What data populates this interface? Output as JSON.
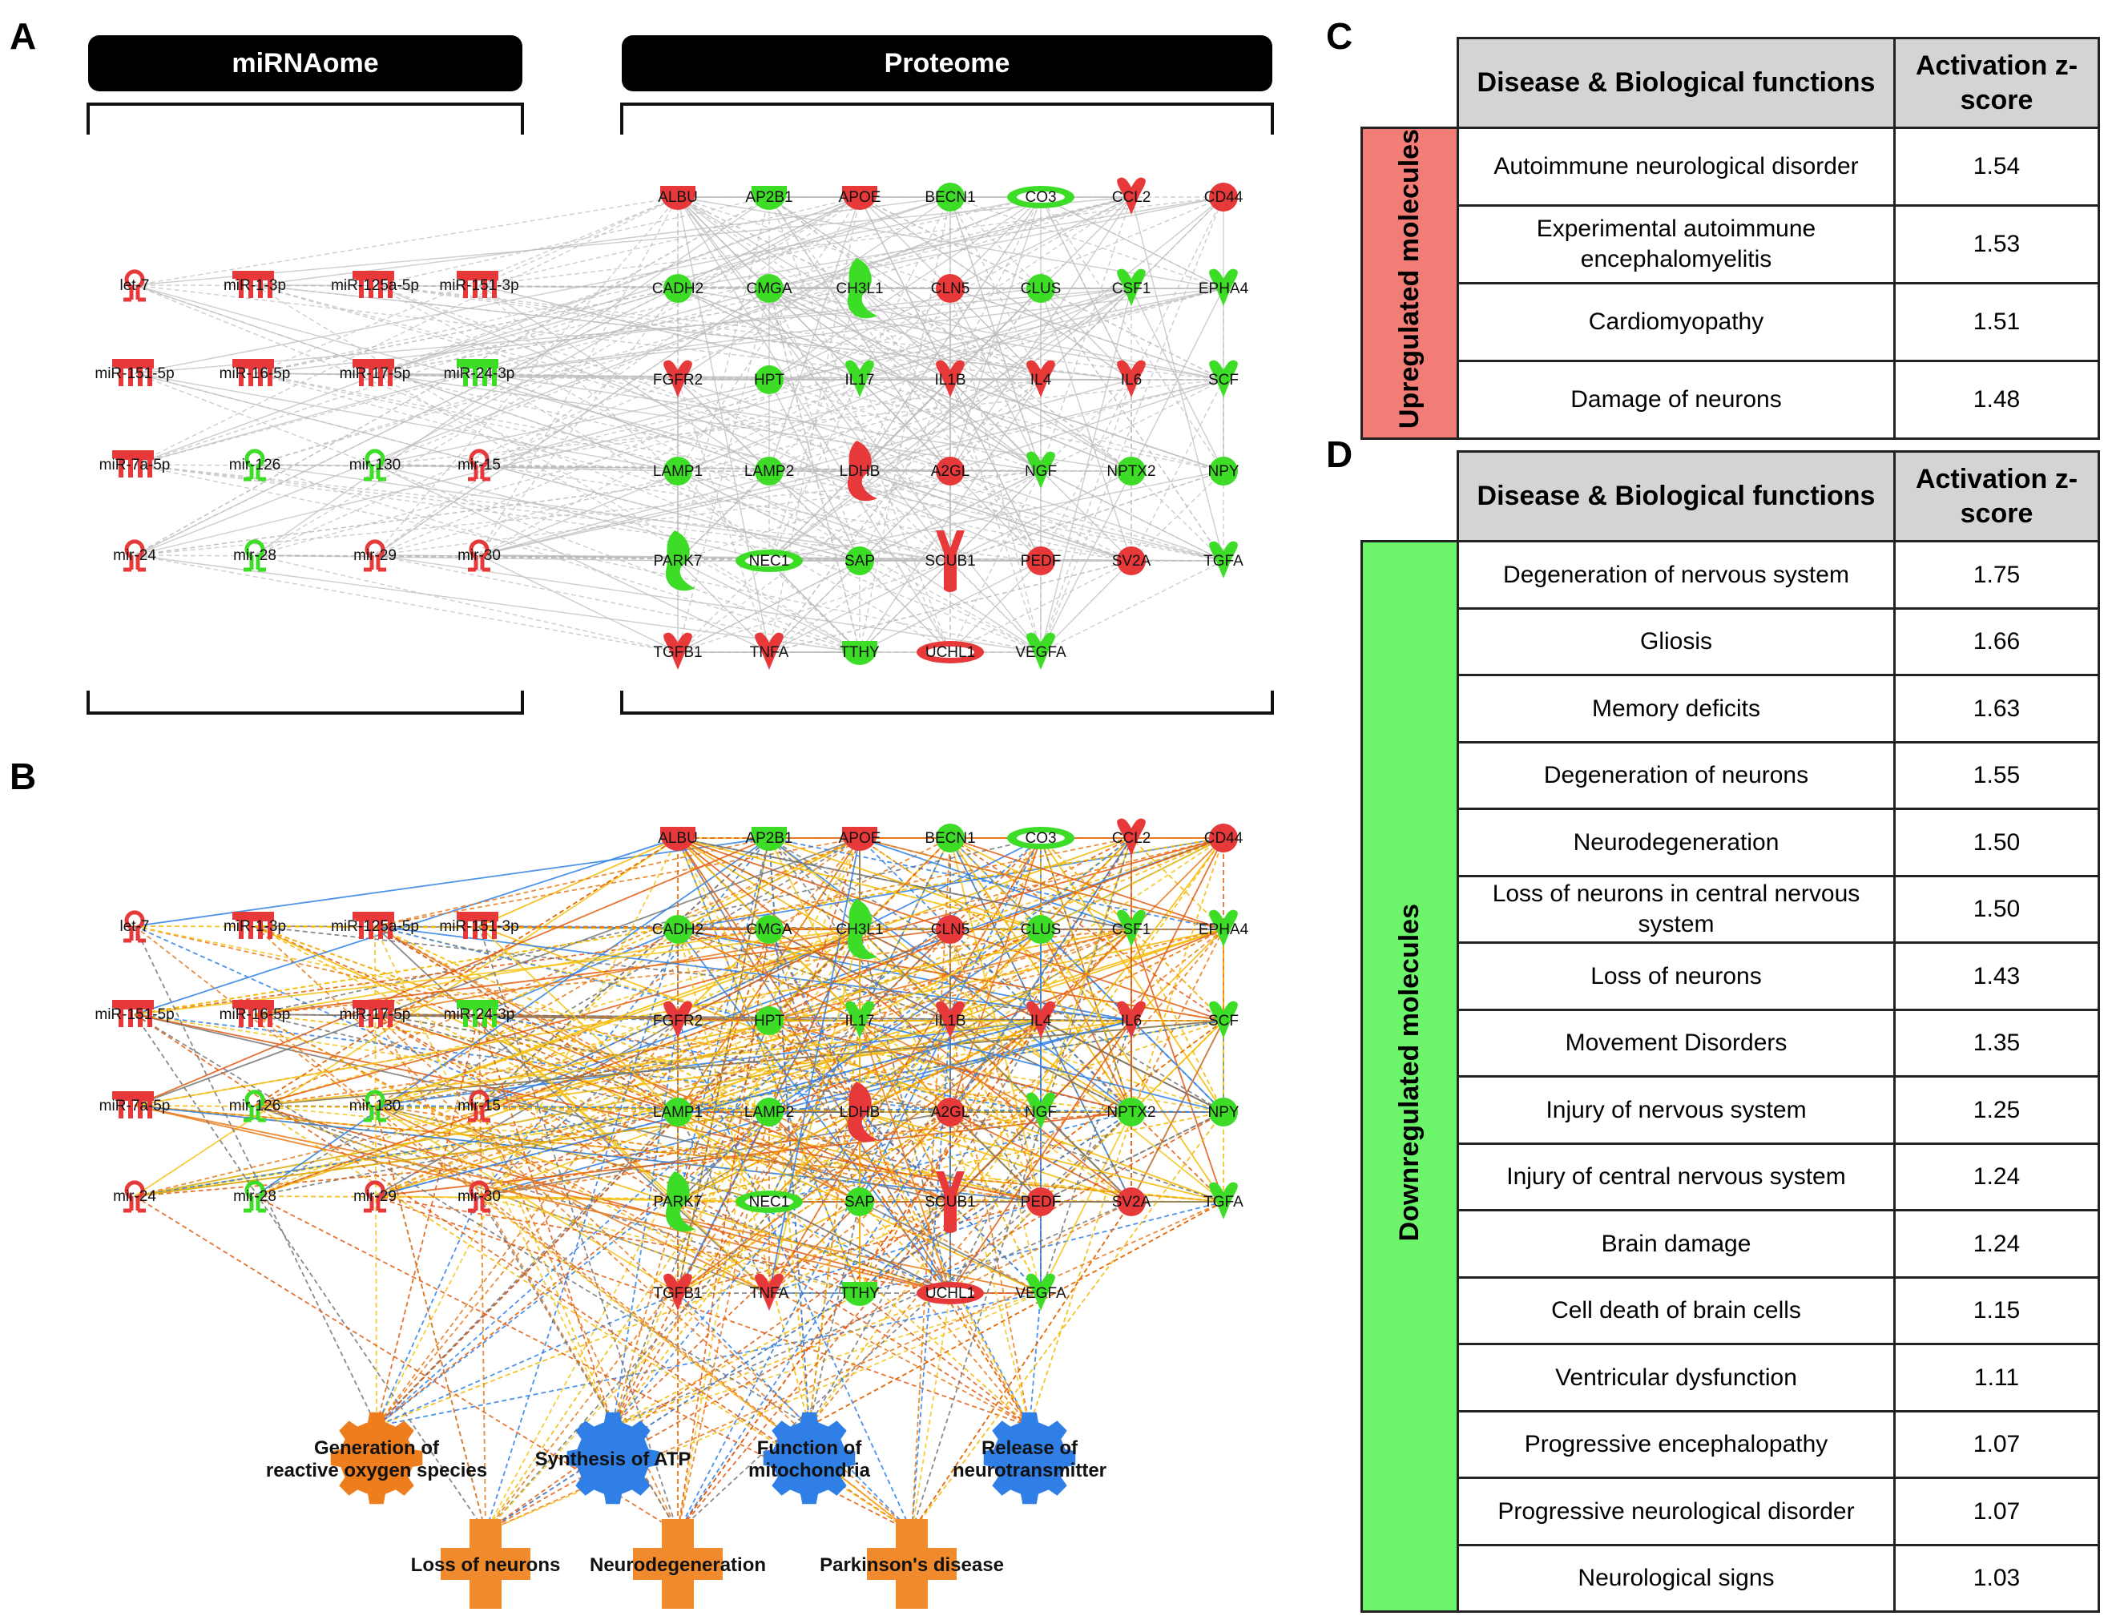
{
  "panels": {
    "a": "A",
    "b": "B",
    "c": "C",
    "d": "D"
  },
  "headers": {
    "mirnaome": "miRNAome",
    "proteome": "Proteome"
  },
  "colors": {
    "up": "#e8393a",
    "down": "#3ddc26",
    "process_orange": "#ee7d1e",
    "process_blue": "#2f7fe6",
    "up_table": "#f27c76",
    "down_table": "#6cf56a"
  },
  "mirnas": [
    {
      "id": "let-7",
      "label": "let-7",
      "reg": "up",
      "shape": "hairpin"
    },
    {
      "id": "miR-1-3p",
      "label": "miR-1-3p",
      "reg": "up",
      "shape": "family"
    },
    {
      "id": "miR-125a-5p",
      "label": "miR-125a-5p",
      "reg": "up",
      "shape": "family"
    },
    {
      "id": "miR-151-3p",
      "label": "miR-151-3p",
      "reg": "up",
      "shape": "family"
    },
    {
      "id": "miR-151-5p",
      "label": "miR-151-5p",
      "reg": "up",
      "shape": "family"
    },
    {
      "id": "miR-16-5p",
      "label": "miR-16-5p",
      "reg": "up",
      "shape": "family"
    },
    {
      "id": "miR-17-5p",
      "label": "miR-17-5p",
      "reg": "up",
      "shape": "family"
    },
    {
      "id": "miR-24-3p",
      "label": "miR-24-3p",
      "reg": "down",
      "shape": "family"
    },
    {
      "id": "miR-7a-5p",
      "label": "miR-7a-5p",
      "reg": "up",
      "shape": "family"
    },
    {
      "id": "mir-126",
      "label": "mir-126",
      "reg": "down",
      "shape": "hairpin"
    },
    {
      "id": "mir-130",
      "label": "mir-130",
      "reg": "down",
      "shape": "hairpin"
    },
    {
      "id": "mir-15",
      "label": "mir-15",
      "reg": "up",
      "shape": "hairpin"
    },
    {
      "id": "mir-24",
      "label": "mir-24",
      "reg": "up",
      "shape": "hairpin"
    },
    {
      "id": "mir-28",
      "label": "mir-28",
      "reg": "down",
      "shape": "hairpin"
    },
    {
      "id": "mir-29",
      "label": "mir-29",
      "reg": "up",
      "shape": "hairpin"
    },
    {
      "id": "mir-30",
      "label": "mir-30",
      "reg": "up",
      "shape": "hairpin"
    }
  ],
  "proteins": [
    {
      "id": "ALBU",
      "label": "ALBU",
      "reg": "up",
      "shape": "half"
    },
    {
      "id": "AP2B1",
      "label": "AP2B1",
      "reg": "down",
      "shape": "half"
    },
    {
      "id": "APOE",
      "label": "APOE",
      "reg": "up",
      "shape": "half"
    },
    {
      "id": "BECN1",
      "label": "BECN1",
      "reg": "down",
      "shape": "circle"
    },
    {
      "id": "CO3",
      "label": "CO3",
      "reg": "down",
      "shape": "ellipse"
    },
    {
      "id": "CCL2",
      "label": "CCL2",
      "reg": "up",
      "shape": "heart"
    },
    {
      "id": "CD44",
      "label": "CD44",
      "reg": "up",
      "shape": "circle"
    },
    {
      "id": "CADH2",
      "label": "CADH2",
      "reg": "down",
      "shape": "circle"
    },
    {
      "id": "CMGA",
      "label": "CMGA",
      "reg": "down",
      "shape": "circle"
    },
    {
      "id": "CH3L1",
      "label": "CH3L1",
      "reg": "down",
      "shape": "crescent"
    },
    {
      "id": "CLN5",
      "label": "CLN5",
      "reg": "up",
      "shape": "circle"
    },
    {
      "id": "CLUS",
      "label": "CLUS",
      "reg": "down",
      "shape": "circle"
    },
    {
      "id": "CSF1",
      "label": "CSF1",
      "reg": "down",
      "shape": "heart"
    },
    {
      "id": "EPHA4",
      "label": "EPHA4",
      "reg": "down",
      "shape": "heart"
    },
    {
      "id": "FGFR2",
      "label": "FGFR2",
      "reg": "up",
      "shape": "heart"
    },
    {
      "id": "HPT",
      "label": "HPT",
      "reg": "down",
      "shape": "circle"
    },
    {
      "id": "IL17",
      "label": "IL17",
      "reg": "down",
      "shape": "heart"
    },
    {
      "id": "IL1B",
      "label": "IL1B",
      "reg": "up",
      "shape": "heart"
    },
    {
      "id": "IL4",
      "label": "IL4",
      "reg": "up",
      "shape": "heart"
    },
    {
      "id": "IL6",
      "label": "IL6",
      "reg": "up",
      "shape": "heart"
    },
    {
      "id": "SCF",
      "label": "SCF",
      "reg": "down",
      "shape": "heart"
    },
    {
      "id": "LAMP1",
      "label": "LAMP1",
      "reg": "down",
      "shape": "circle"
    },
    {
      "id": "LAMP2",
      "label": "LAMP2",
      "reg": "down",
      "shape": "circle"
    },
    {
      "id": "LDHB",
      "label": "LDHB",
      "reg": "up",
      "shape": "crescent"
    },
    {
      "id": "A2GL",
      "label": "A2GL",
      "reg": "up",
      "shape": "circle"
    },
    {
      "id": "NGF",
      "label": "NGF",
      "reg": "down",
      "shape": "heart"
    },
    {
      "id": "NPTX2",
      "label": "NPTX2",
      "reg": "down",
      "shape": "circle"
    },
    {
      "id": "NPY",
      "label": "NPY",
      "reg": "down",
      "shape": "circle"
    },
    {
      "id": "PARK7",
      "label": "PARK7",
      "reg": "down",
      "shape": "crescent"
    },
    {
      "id": "NEC1",
      "label": "NEC1",
      "reg": "down",
      "shape": "ellipse"
    },
    {
      "id": "SAP",
      "label": "SAP",
      "reg": "down",
      "shape": "circle"
    },
    {
      "id": "SCUB1",
      "label": "SCUB1",
      "reg": "up",
      "shape": "receptor"
    },
    {
      "id": "PEDF",
      "label": "PEDF",
      "reg": "up",
      "shape": "circle"
    },
    {
      "id": "SV2A",
      "label": "SV2A",
      "reg": "up",
      "shape": "circle"
    },
    {
      "id": "TGFA",
      "label": "TGFA",
      "reg": "down",
      "shape": "heart"
    },
    {
      "id": "TGFB1",
      "label": "TGFB1",
      "reg": "up",
      "shape": "heart"
    },
    {
      "id": "TNFA",
      "label": "TNFA",
      "reg": "up",
      "shape": "heart"
    },
    {
      "id": "TTHY",
      "label": "TTHY",
      "reg": "down",
      "shape": "half"
    },
    {
      "id": "UCHL1",
      "label": "UCHL1",
      "reg": "up",
      "shape": "ellipse"
    },
    {
      "id": "VEGFA",
      "label": "VEGFA",
      "reg": "down",
      "shape": "heart"
    }
  ],
  "functions": [
    {
      "id": "ros",
      "label": "Generation of\nreactive oxygen species",
      "color": "orange",
      "shape": "gear"
    },
    {
      "id": "atp",
      "label": "Synthesis of ATP",
      "color": "blue",
      "shape": "gear"
    },
    {
      "id": "mito",
      "label": "Function of\nmitochondria",
      "color": "blue",
      "shape": "gear"
    },
    {
      "id": "release",
      "label": "Release of\nneurotransmitter",
      "color": "blue",
      "shape": "gear"
    },
    {
      "id": "loss",
      "label": "Loss of neurons",
      "color": "orange",
      "shape": "cross"
    },
    {
      "id": "neurodeg",
      "label": "Neurodegeneration",
      "color": "orange",
      "shape": "cross"
    },
    {
      "id": "parkinson",
      "label": "Parkinson's disease",
      "color": "orange",
      "shape": "cross"
    }
  ],
  "table_c": {
    "col1": "Disease & Biological functions",
    "col2": "Activation z-score",
    "group": "Upregulated molecules",
    "rows": [
      {
        "name": "Autoimmune  neurological disorder",
        "z": "1.54"
      },
      {
        "name": "Experimental autoimmune encephalomyelitis",
        "z": "1.53"
      },
      {
        "name": "Cardiomyopathy",
        "z": "1.51"
      },
      {
        "name": "Damage of neurons",
        "z": "1.48"
      }
    ]
  },
  "table_d": {
    "col1": "Disease & Biological functions",
    "col2": "Activation z-score",
    "group": "Downregulated molecules",
    "rows": [
      {
        "name": "Degeneration of nervous system",
        "z": "1.75"
      },
      {
        "name": "Gliosis",
        "z": "1.66"
      },
      {
        "name": "Memory deficits",
        "z": "1.63"
      },
      {
        "name": "Degeneration of neurons",
        "z": "1.55"
      },
      {
        "name": "Neurodegeneration",
        "z": "1.50"
      },
      {
        "name": "Loss of neurons in central nervous system",
        "z": "1.50"
      },
      {
        "name": "Loss of neurons",
        "z": "1.43"
      },
      {
        "name": "Movement Disorders",
        "z": "1.35"
      },
      {
        "name": "Injury of nervous system",
        "z": "1.25"
      },
      {
        "name": "Injury of central nervous system",
        "z": "1.24"
      },
      {
        "name": "Brain damage",
        "z": "1.24"
      },
      {
        "name": "Cell death of brain cells",
        "z": "1.15"
      },
      {
        "name": "Ventricular dysfunction",
        "z": "1.11"
      },
      {
        "name": "Progressive encephalopathy",
        "z": "1.07"
      },
      {
        "name": "Progressive neurological disorder",
        "z": "1.07"
      },
      {
        "name": "Neurological signs",
        "z": "1.03"
      }
    ]
  }
}
